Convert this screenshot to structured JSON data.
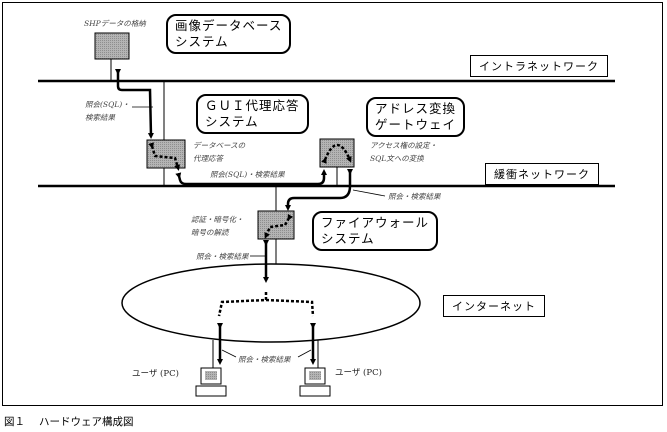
{
  "systems": {
    "image_db": {
      "line1": "画像データベース",
      "line2": "システム"
    },
    "gui_proxy": {
      "line1": "ＧＵＩ代理応答",
      "line2": "システム"
    },
    "address_gateway": {
      "line1": "アドレス変換",
      "line2": "ゲートウェイ"
    },
    "firewall": {
      "line1": "ファイアウォール",
      "line2": "システム"
    }
  },
  "networks": {
    "intranet": "イントラネットワーク",
    "buffer": "緩衝ネットワーク",
    "internet": "インターネット"
  },
  "notes": {
    "shp_storage": "SHPデータの格納",
    "query_sql_left_1": "照会(SQL)・",
    "query_sql_left_2": "検索結果",
    "db_proxy_1": "データベースの",
    "db_proxy_2": "代理応答",
    "query_sql_mid": "照会(SQL)・検索結果",
    "access_rights_1": "アクセス権の設定・",
    "access_rights_2": "SQL文への変換",
    "query_right": "照会・検索結果",
    "auth_1": "認証・暗号化・",
    "auth_2": "暗号の解読",
    "query_fw": "照会・検索結果",
    "query_users": "照会・検索結果"
  },
  "users": {
    "left": "ユーザ (PC)",
    "right": "ユーザ (PC)"
  },
  "caption": {
    "number": "図１",
    "title": "ハードウェア構成図"
  },
  "colors": {
    "box_fill": "#a8a8a8",
    "line": "#000000"
  }
}
